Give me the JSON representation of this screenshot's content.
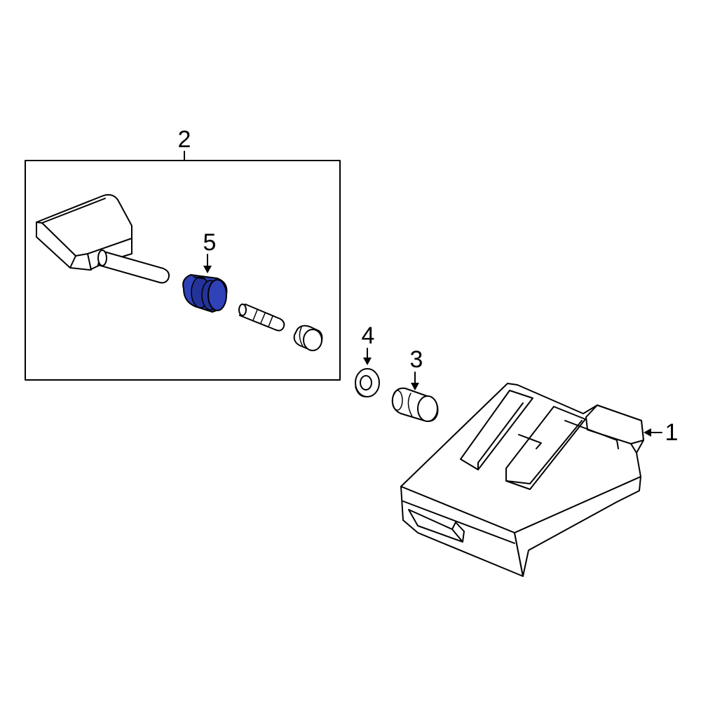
{
  "callouts": {
    "c1": "1",
    "c2": "2",
    "c3": "3",
    "c4": "4",
    "c5": "5"
  },
  "highlight_color": "#3042b8",
  "line_color": "#000000",
  "background_color": "#ffffff",
  "icons": {
    "sensor": "tpms-sensor-icon",
    "grommet": "valve-grommet-icon",
    "valve_core": "valve-core-icon",
    "valve_cap": "valve-cap-icon",
    "washer": "washer-icon",
    "module": "tpms-module-icon"
  }
}
